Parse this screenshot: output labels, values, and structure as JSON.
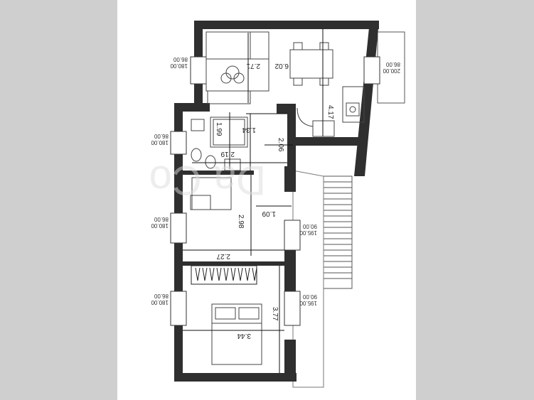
{
  "rooms": {
    "living": {
      "width": "2.71",
      "area": "6.02",
      "height": "4.17"
    },
    "bath": {
      "width": "1.99",
      "length": "2.19"
    },
    "corridor": {
      "width": "1.34",
      "length": "2.06",
      "bottom": "1.09"
    },
    "study": {
      "length": "2.98",
      "width": "2.27"
    },
    "bedroom": {
      "width": "3.44",
      "length": "3.77"
    }
  },
  "windows": [
    {
      "a": "180.00",
      "b": "86.00"
    },
    {
      "a": "200.00",
      "b": "86.00"
    },
    {
      "a": "180.00",
      "b": "86.00"
    },
    {
      "a": "180.00",
      "b": "86.00"
    },
    {
      "a": "195.00",
      "b": "90.00"
    },
    {
      "a": "180.00",
      "b": "86.00"
    },
    {
      "a": "195.00",
      "b": "90.00"
    }
  ],
  "watermark": "Da Co"
}
